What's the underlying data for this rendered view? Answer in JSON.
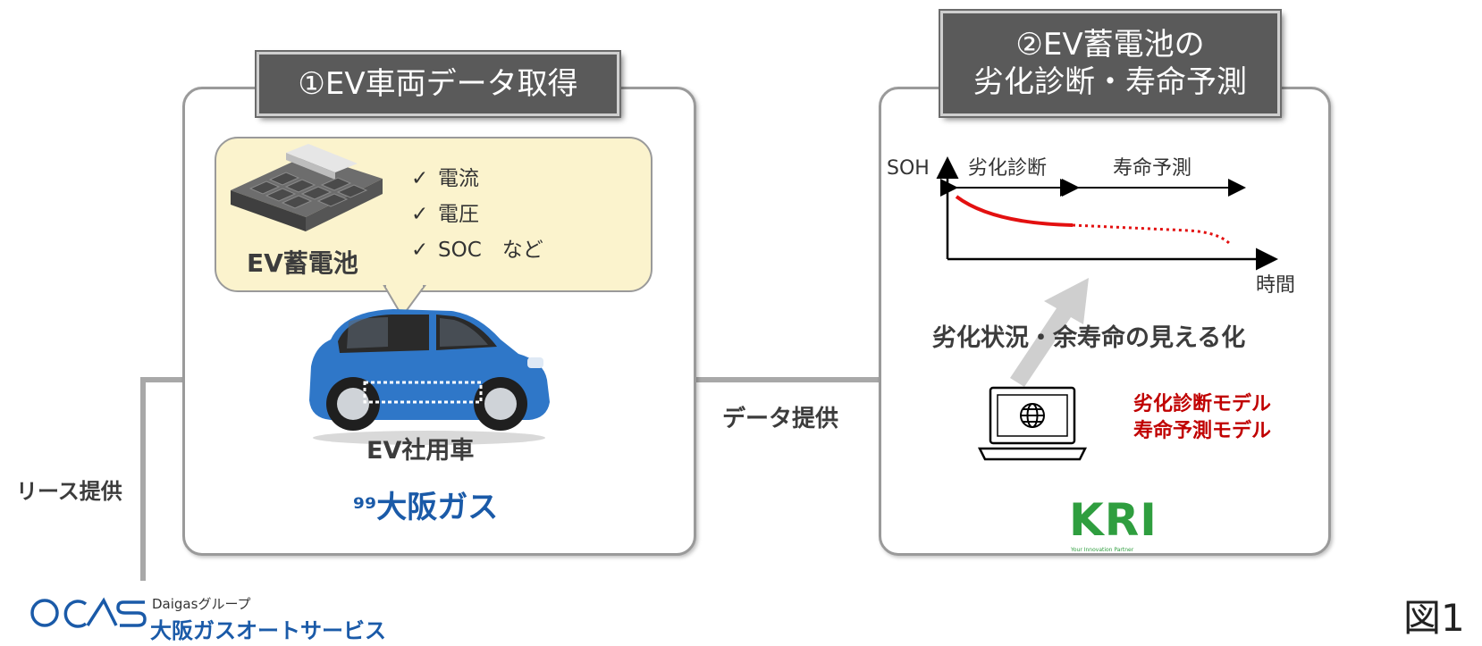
{
  "panel1": {
    "title": "①EV車両データ取得",
    "battery_label": "EV蓄電池",
    "measurements": [
      "電流",
      "電圧",
      "SOC　など"
    ],
    "check_mark": "✓",
    "car_label": "EV社用車",
    "company_logo": "大阪ガス"
  },
  "panel2": {
    "title": "②EV蓄電池の\n劣化診断・寿命予測",
    "chart": {
      "y_label": "SOH",
      "x_label": "時間",
      "span_diagnosis": "劣化診断",
      "span_prediction": "寿命予測"
    },
    "visualize_label": "劣化状況・余寿命の見える化",
    "models": [
      "劣化診断モデル",
      "寿命予測モデル"
    ],
    "company_logo": "KRI",
    "company_tagline": "Your Innovation Partner"
  },
  "flows": {
    "data_provision": "データ提供",
    "lease_provision": "リース提供"
  },
  "lessor": {
    "group": "Daigasグループ",
    "name": "大阪ガスオートサービス"
  },
  "figure_label": "図1",
  "colors": {
    "title_bg": "#5a5a5a",
    "bubble_bg": "#fbf3cd",
    "red": "#c00000",
    "car_blue": "#2f77c8",
    "osaka_blue": "#1a5aa8",
    "kri_green": "#2f9e3f"
  },
  "icons": [
    "check-icon",
    "battery-icon",
    "car-icon",
    "laptop-icon",
    "globe-icon"
  ]
}
